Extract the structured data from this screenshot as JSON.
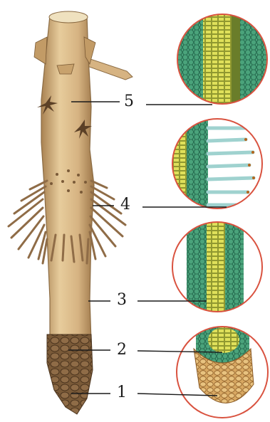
{
  "zones": [
    {
      "number": "5"
    },
    {
      "number": "4"
    },
    {
      "number": "3"
    },
    {
      "number": "2"
    },
    {
      "number": "1"
    }
  ],
  "colors": {
    "root": "#d6b382",
    "root_shadow": "#a98252",
    "root_cap": "#7a5a38",
    "circle_border": "#d9523f",
    "green_cells": "#4aa37b",
    "yellow_cells": "#dfe05a",
    "root_hair": "#9fd2cf",
    "cap_cells": "#d8a862",
    "line": "#1a1a1a"
  }
}
